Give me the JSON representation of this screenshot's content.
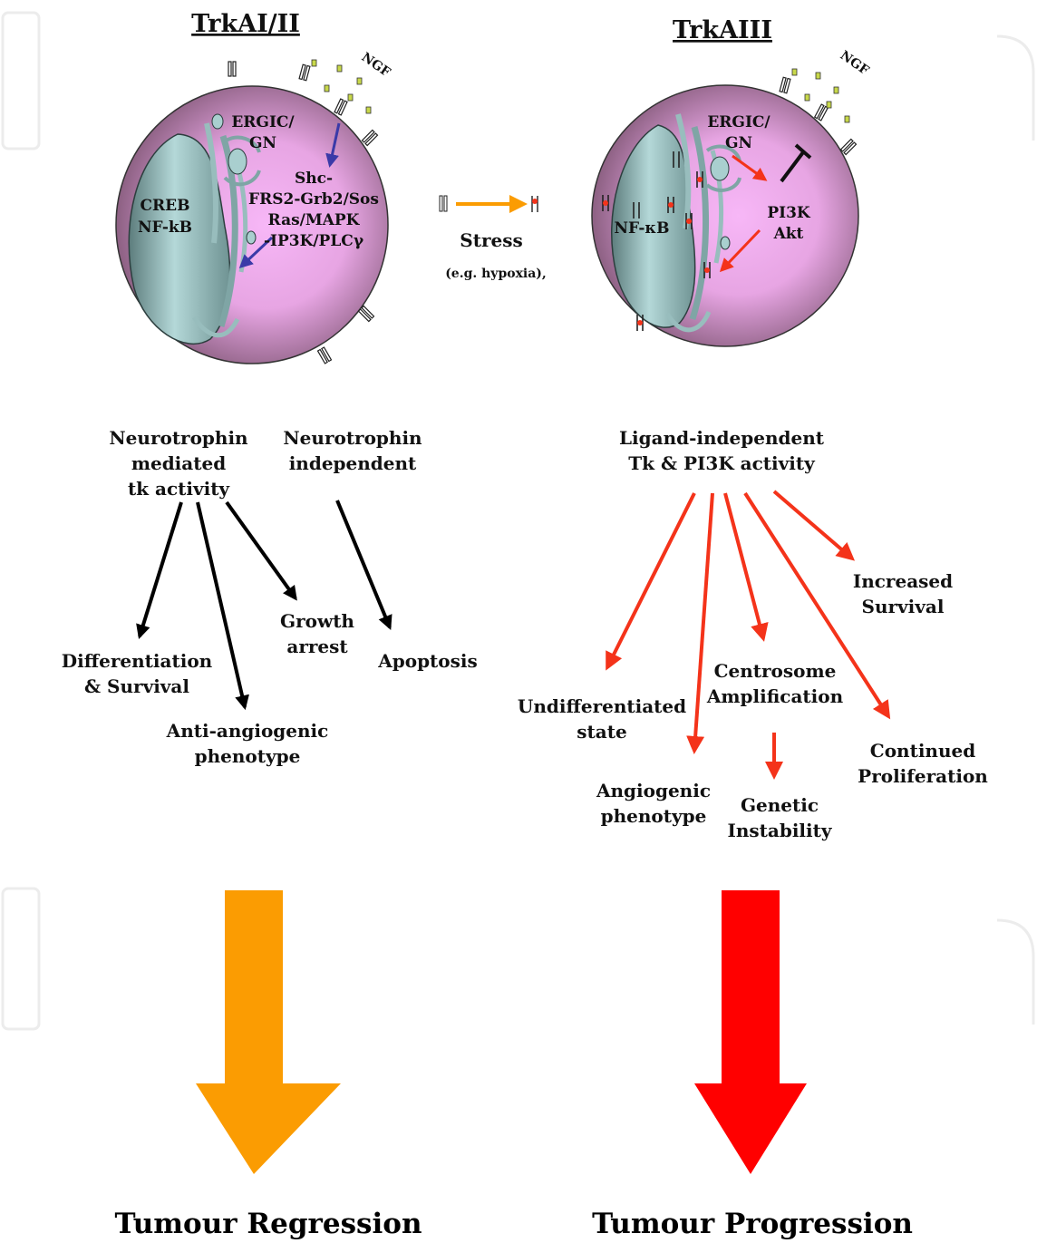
{
  "colors": {
    "cell_pink": "#f7b7f7",
    "cell_mauve": "#8c6082",
    "nucleus": "#a9cfcf",
    "black_arrow": "#000000",
    "red_arrow": "#f4331a",
    "blue_arrow": "#3a3aa8",
    "orange": "#fb9c02",
    "red": "#ff0000"
  },
  "left_panel": {
    "title": "TrkAI/II",
    "ngf": "NGF",
    "ergic": [
      "ERGIC/",
      "GN"
    ],
    "nucleus": [
      "CREB",
      "NF-kB"
    ],
    "pathway": [
      "Shc-",
      "FRS2-Grb2/Sos",
      "Ras/MAPK",
      "-IP3K/PLCγ"
    ],
    "mediated": [
      "Neurotrophin",
      "mediated",
      "tk activity"
    ],
    "independent": [
      "Neurotrophin",
      "independent"
    ],
    "differentiation": [
      "Differentiation",
      "& Survival"
    ],
    "anti_angio": [
      "Anti-angiogenic",
      "phenotype"
    ],
    "growth_arrest": [
      "Growth",
      "arrest"
    ],
    "apoptosis": "Apoptosis",
    "outcome": "Tumour Regression"
  },
  "center": {
    "stress": "Stress",
    "example": "(e.g. hypoxia),"
  },
  "right_panel": {
    "title": "TrkAIII",
    "ngf": "NGF",
    "ergic": [
      "ERGIC/",
      "GN"
    ],
    "nucleus": "NF-κB",
    "pi3k": [
      "PI3K",
      "Akt"
    ],
    "ligand": [
      "Ligand-independent",
      "Tk & PI3K activity"
    ],
    "undiff": [
      "Undifferentiated",
      "state"
    ],
    "angio": [
      "Angiogenic",
      "phenotype"
    ],
    "centrosome": [
      "Centrosome",
      "Amplification"
    ],
    "genetic": [
      "Genetic",
      "Instability"
    ],
    "survival": [
      "Increased",
      "Survival"
    ],
    "prolif": [
      "Continued",
      "Proliferation"
    ],
    "outcome": "Tumour Progression"
  }
}
